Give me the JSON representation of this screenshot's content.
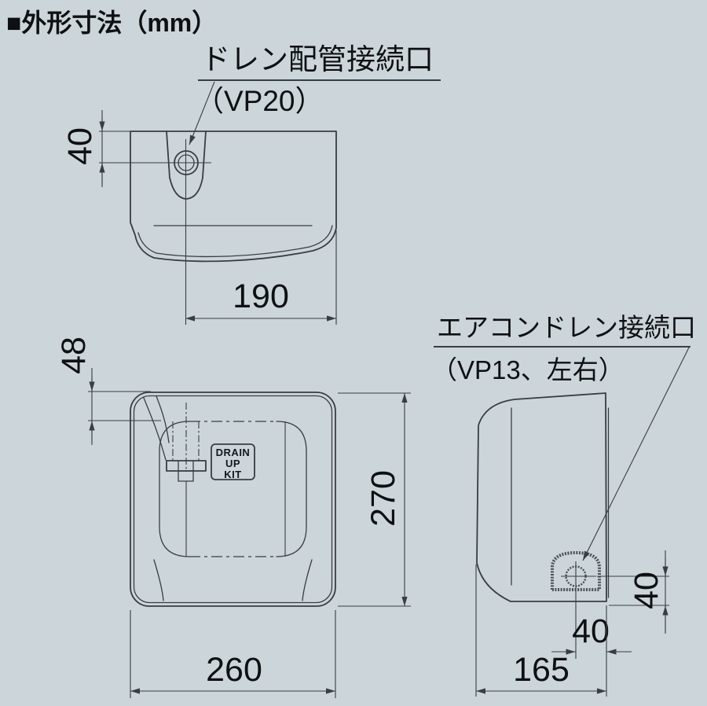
{
  "title": "■外形寸法（mm）",
  "colors": {
    "background": "#ccd5da",
    "line": "#383e43",
    "text": "#0e1012"
  },
  "labels": {
    "drain_pipe_port": {
      "line1": "ドレン配管接続口",
      "line2": "（VP20）"
    },
    "aircon_drain_port": {
      "line1": "エアコンドレン接続口",
      "line2": "（VP13、左右）"
    }
  },
  "badge": {
    "line1": "DRAIN",
    "line2": "UP",
    "line3": "KIT"
  },
  "dimensions": {
    "top_view_port_offset": "40",
    "top_view_port_to_edge": "190",
    "front_view_inlet_depth": "48",
    "front_view_height": "270",
    "front_view_width": "260",
    "side_view_port_height": "40",
    "side_view_port_offset": "40",
    "side_view_depth": "165"
  }
}
